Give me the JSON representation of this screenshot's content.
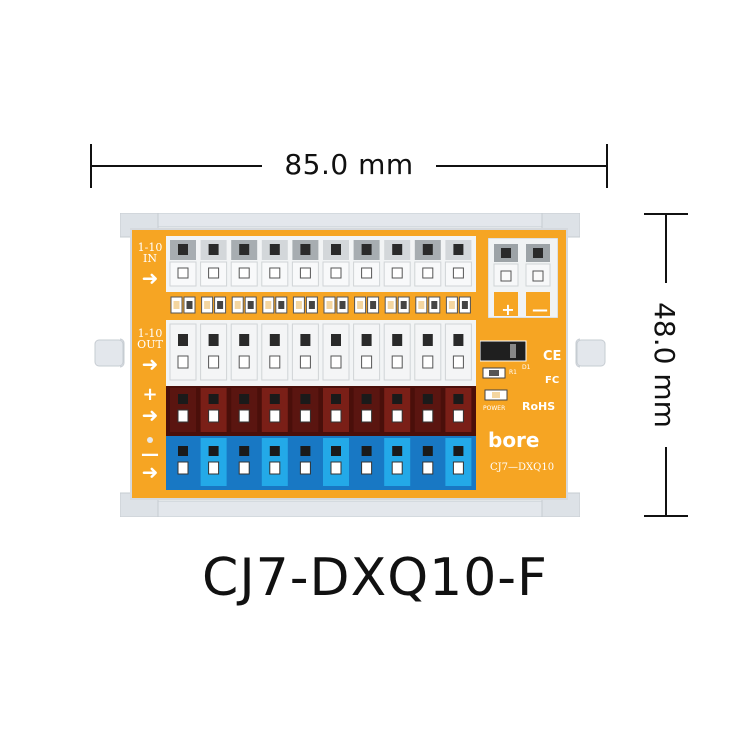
{
  "dimensions": {
    "width_label": "85.0 mm",
    "height_label": "48.0 mm"
  },
  "product": {
    "model": "CJ7-DXQ10-F",
    "board_model": "CJ7—DXQ10",
    "brand": "bore",
    "labels": {
      "in_line1": "1-10",
      "in_line2": "IN",
      "out_line1": "1-10",
      "out_line2": "OUT",
      "plus": "+",
      "minus": "—",
      "power_plus": "+",
      "power_minus": "—",
      "d1": "D1",
      "r1": "R1",
      "power": "POWER",
      "ce": "CE",
      "fc": "FC",
      "rohs": "RoHS"
    },
    "terminal_count": 10,
    "colors": {
      "board": "#f6a523",
      "rail": "#e3e7ec",
      "white_block": "#eceff1",
      "grey_block": "#a7adb1",
      "brown_block": "#7a1f17",
      "brown_dark": "#4a0f0a",
      "blue_block": "#23a9e8",
      "blue_dark": "#1878c4"
    }
  }
}
